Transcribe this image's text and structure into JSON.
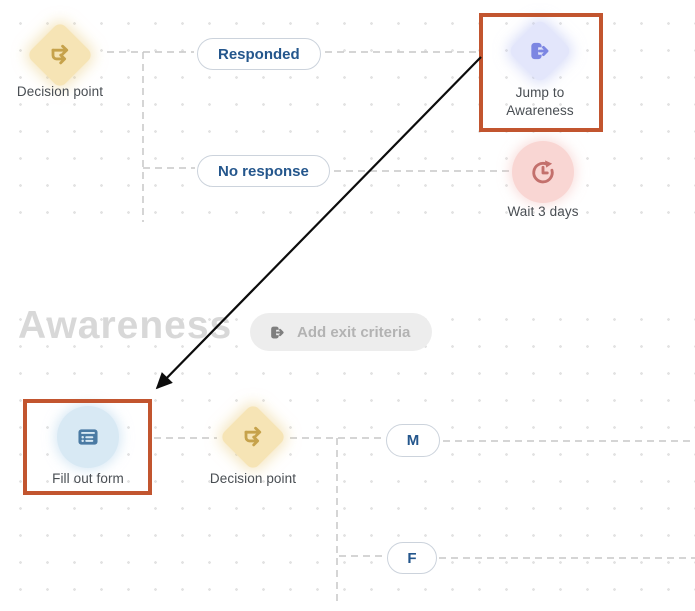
{
  "stage": {
    "title": "Awareness",
    "add_exit_label": "Add exit criteria"
  },
  "nodes": {
    "decision_top": {
      "label": "Decision point",
      "icon": "branch-arrows-icon"
    },
    "jump": {
      "label": "Jump to Awareness",
      "icon": "exit-arrow-icon"
    },
    "wait": {
      "label": "Wait 3 days",
      "icon": "clock-history-icon"
    },
    "fill_form": {
      "label": "Fill out form",
      "icon": "form-list-icon"
    },
    "decision_bottom": {
      "label": "Decision point",
      "icon": "branch-arrows-icon"
    }
  },
  "branches": {
    "responded": "Responded",
    "no_response": "No response",
    "male": "M",
    "female": "F"
  },
  "colors": {
    "highlight_border": "#c2552f",
    "branch_text": "#24568c",
    "decision_bg": "#f6e4b5",
    "decision_icon": "#c6a24b",
    "jump_bg": "#e3e6fb",
    "jump_icon": "#7c86e2",
    "wait_bg": "#f9d6d3",
    "wait_icon": "#c3706c",
    "form_bg": "#d8e9f4",
    "form_icon": "#4a7aa3",
    "stage_title": "#d8d8d8",
    "connector": "#c7c7c7",
    "arrow": "#0c0c0c"
  }
}
